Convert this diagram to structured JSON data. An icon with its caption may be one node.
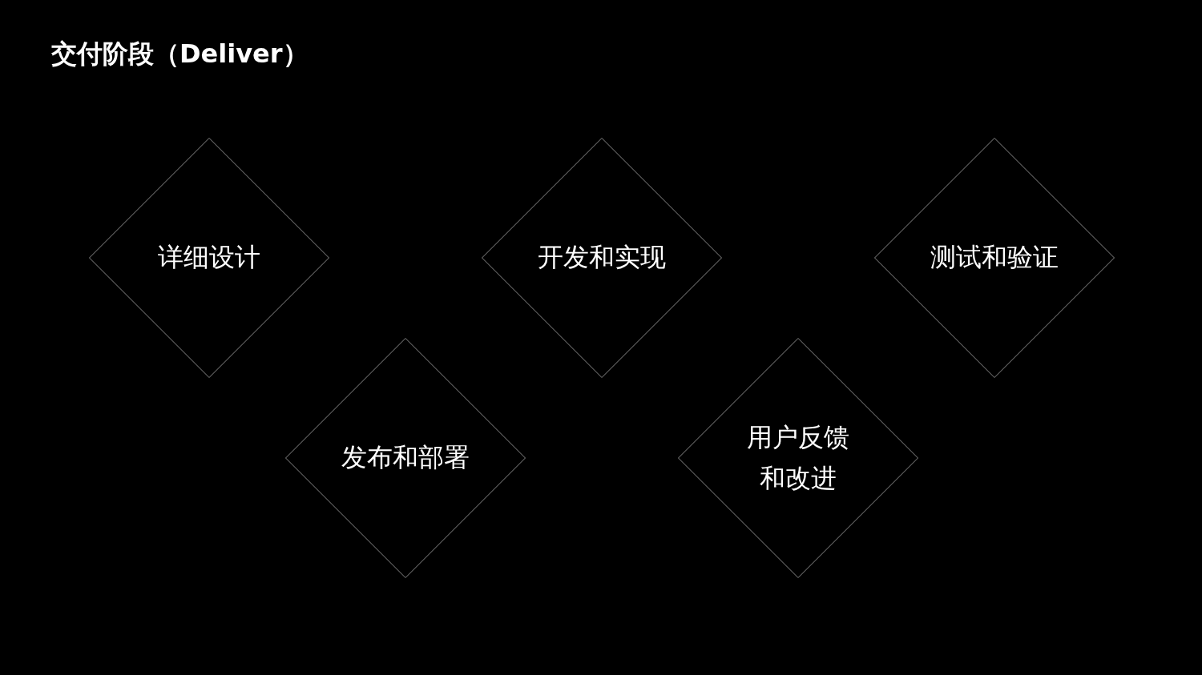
{
  "diagram": {
    "title": "交付阶段（Deliver）",
    "nodes": [
      {
        "text": [
          "详细设计"
        ]
      },
      {
        "text": [
          "开发和实现"
        ]
      },
      {
        "text": [
          "测试和验证"
        ]
      },
      {
        "text": [
          "发布和部署"
        ]
      },
      {
        "text": [
          "用户反馈和改进"
        ]
      }
    ]
  }
}
